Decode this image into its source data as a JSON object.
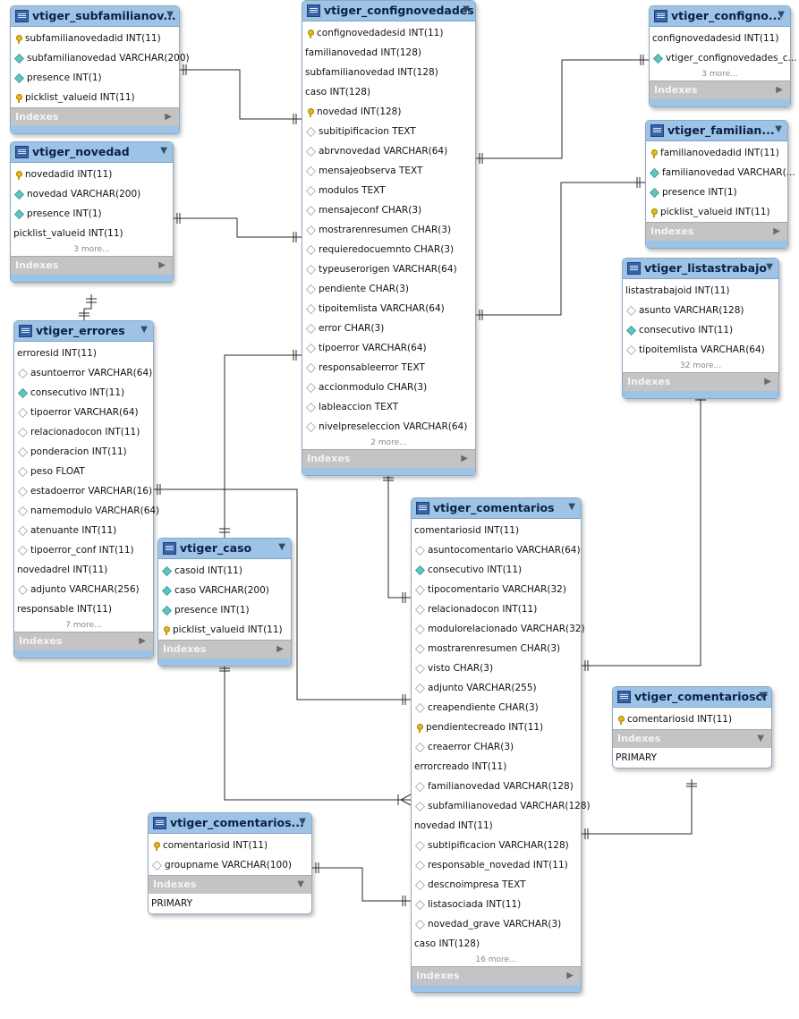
{
  "colors": {
    "header": "#9dc3e6",
    "indexes_bar": "#c4c4c4",
    "line": "#2a2a2a"
  },
  "tables": {
    "subfamilia": {
      "title": "vtiger_subfamilianov...",
      "menu_icon": "triangle-down-icon",
      "columns": [
        {
          "icon": "key",
          "text": "subfamilianovedadid INT(11)"
        },
        {
          "icon": "diamond-filled",
          "text": "subfamilianovedad VARCHAR(200)"
        },
        {
          "icon": "diamond-filled",
          "text": "presence INT(1)"
        },
        {
          "icon": "key",
          "text": "picklist_valueid INT(11)"
        }
      ],
      "more": "",
      "indexes_label": "Indexes",
      "index_rows": []
    },
    "novedad": {
      "title": "vtiger_novedad",
      "menu_icon": "triangle-down-icon",
      "columns": [
        {
          "icon": "key",
          "text": "novedadid INT(11)"
        },
        {
          "icon": "diamond-filled",
          "text": "novedad VARCHAR(200)"
        },
        {
          "icon": "diamond-filled",
          "text": "presence INT(1)"
        },
        {
          "icon": "none",
          "text": "picklist_valueid INT(11)"
        }
      ],
      "more": "3 more...",
      "indexes_label": "Indexes",
      "index_rows": []
    },
    "errores": {
      "title": "vtiger_errores",
      "menu_icon": "triangle-down-icon",
      "columns": [
        {
          "icon": "none",
          "text": "erroresid INT(11)"
        },
        {
          "icon": "diamond-open",
          "text": "asuntoerror VARCHAR(64)"
        },
        {
          "icon": "diamond-filled",
          "text": "consecutivo INT(11)"
        },
        {
          "icon": "diamond-open",
          "text": "tipoerror VARCHAR(64)"
        },
        {
          "icon": "diamond-open",
          "text": "relacionadocon INT(11)"
        },
        {
          "icon": "diamond-open",
          "text": "ponderacion INT(11)"
        },
        {
          "icon": "diamond-open",
          "text": "peso FLOAT"
        },
        {
          "icon": "diamond-open",
          "text": "estadoerror VARCHAR(16)"
        },
        {
          "icon": "diamond-open",
          "text": "namemodulo VARCHAR(64)"
        },
        {
          "icon": "diamond-open",
          "text": "atenuante INT(11)"
        },
        {
          "icon": "diamond-open",
          "text": "tipoerror_conf INT(11)"
        },
        {
          "icon": "none",
          "text": "novedadrel INT(11)"
        },
        {
          "icon": "diamond-open",
          "text": "adjunto VARCHAR(256)"
        },
        {
          "icon": "none",
          "text": "responsable INT(11)"
        }
      ],
      "more": "7 more...",
      "indexes_label": "Indexes",
      "index_rows": []
    },
    "caso": {
      "title": "vtiger_caso",
      "menu_icon": "triangle-down-icon",
      "columns": [
        {
          "icon": "diamond-filled",
          "text": "casoid INT(11)"
        },
        {
          "icon": "diamond-filled",
          "text": "caso VARCHAR(200)"
        },
        {
          "icon": "diamond-filled",
          "text": "presence INT(1)"
        },
        {
          "icon": "key",
          "text": "picklist_valueid INT(11)"
        }
      ],
      "more": "",
      "indexes_label": "Indexes",
      "index_rows": []
    },
    "configno": {
      "title": "vtiger_confignovedades",
      "menu_icon": "triangle-down-icon",
      "columns": [
        {
          "icon": "key",
          "text": "confignovedadesid INT(11)"
        },
        {
          "icon": "none",
          "text": "familianovedad INT(128)"
        },
        {
          "icon": "none",
          "text": "subfamilianovedad INT(128)"
        },
        {
          "icon": "none",
          "text": "caso INT(128)"
        },
        {
          "icon": "key",
          "text": "novedad INT(128)"
        },
        {
          "icon": "diamond-open",
          "text": "subitipificacion TEXT"
        },
        {
          "icon": "diamond-open",
          "text": "abrvnovedad VARCHAR(64)"
        },
        {
          "icon": "diamond-open",
          "text": "mensajeobserva TEXT"
        },
        {
          "icon": "diamond-open",
          "text": "modulos TEXT"
        },
        {
          "icon": "diamond-open",
          "text": "mensajeconf CHAR(3)"
        },
        {
          "icon": "diamond-open",
          "text": "mostrarenresumen CHAR(3)"
        },
        {
          "icon": "diamond-open",
          "text": "requieredocuemnto CHAR(3)"
        },
        {
          "icon": "diamond-open",
          "text": "typeuserorigen VARCHAR(64)"
        },
        {
          "icon": "diamond-open",
          "text": "pendiente CHAR(3)"
        },
        {
          "icon": "diamond-open",
          "text": "tipoitemlista VARCHAR(64)"
        },
        {
          "icon": "diamond-open",
          "text": "error CHAR(3)"
        },
        {
          "icon": "diamond-open",
          "text": "tipoerror VARCHAR(64)"
        },
        {
          "icon": "diamond-open",
          "text": "responsableerror TEXT"
        },
        {
          "icon": "diamond-open",
          "text": "accionmodulo CHAR(3)"
        },
        {
          "icon": "diamond-open",
          "text": "lableaccion TEXT"
        },
        {
          "icon": "diamond-open",
          "text": "nivelpreseleccion VARCHAR(64)"
        }
      ],
      "more": "2 more...",
      "indexes_label": "Indexes",
      "index_rows": []
    },
    "configno_c": {
      "title": "vtiger_configno...",
      "menu_icon": "triangle-down-icon",
      "columns": [
        {
          "icon": "none",
          "text": "confignovedadesid INT(11)"
        },
        {
          "icon": "diamond-filled",
          "text": "vtiger_confignovedades_c..."
        }
      ],
      "more": "3 more...",
      "indexes_label": "Indexes",
      "index_rows": []
    },
    "familia": {
      "title": "vtiger_familian...",
      "menu_icon": "triangle-down-icon",
      "columns": [
        {
          "icon": "key",
          "text": "familianovedadid INT(11)"
        },
        {
          "icon": "diamond-filled",
          "text": "familianovedad VARCHAR(..."
        },
        {
          "icon": "diamond-filled",
          "text": "presence INT(1)"
        },
        {
          "icon": "key",
          "text": "picklist_valueid INT(11)"
        }
      ],
      "more": "",
      "indexes_label": "Indexes",
      "index_rows": []
    },
    "listas": {
      "title": "vtiger_listastrabajo",
      "menu_icon": "triangle-down-icon",
      "columns": [
        {
          "icon": "none",
          "text": "listastrabajoid INT(11)"
        },
        {
          "icon": "diamond-open",
          "text": "asunto VARCHAR(128)"
        },
        {
          "icon": "diamond-filled",
          "text": "consecutivo INT(11)"
        },
        {
          "icon": "diamond-open",
          "text": "tipoitemlista VARCHAR(64)"
        }
      ],
      "more": "32 more...",
      "indexes_label": "Indexes",
      "index_rows": []
    },
    "comentarios": {
      "title": "vtiger_comentarios",
      "menu_icon": "triangle-down-icon",
      "columns": [
        {
          "icon": "none",
          "text": "comentariosid INT(11)"
        },
        {
          "icon": "diamond-open",
          "text": "asuntocomentario VARCHAR(64)"
        },
        {
          "icon": "diamond-filled",
          "text": "consecutivo INT(11)"
        },
        {
          "icon": "diamond-open",
          "text": "tipocomentario VARCHAR(32)"
        },
        {
          "icon": "diamond-open",
          "text": "relacionadocon INT(11)"
        },
        {
          "icon": "diamond-open",
          "text": "modulorelacionado VARCHAR(32)"
        },
        {
          "icon": "diamond-open",
          "text": "mostrarenresumen CHAR(3)"
        },
        {
          "icon": "diamond-open",
          "text": "visto CHAR(3)"
        },
        {
          "icon": "diamond-open",
          "text": "adjunto VARCHAR(255)"
        },
        {
          "icon": "diamond-open",
          "text": "creapendiente CHAR(3)"
        },
        {
          "icon": "key",
          "text": "pendientecreado INT(11)"
        },
        {
          "icon": "diamond-open",
          "text": "creaerror CHAR(3)"
        },
        {
          "icon": "none",
          "text": "errorcreado INT(11)"
        },
        {
          "icon": "diamond-open",
          "text": "familianovedad VARCHAR(128)"
        },
        {
          "icon": "diamond-open",
          "text": "subfamilianovedad VARCHAR(128)"
        },
        {
          "icon": "none",
          "text": "novedad INT(11)"
        },
        {
          "icon": "diamond-open",
          "text": "subtipificacion VARCHAR(128)"
        },
        {
          "icon": "diamond-open",
          "text": "responsable_novedad INT(11)"
        },
        {
          "icon": "diamond-open",
          "text": "descnoimpresa TEXT"
        },
        {
          "icon": "diamond-open",
          "text": "listasociada INT(11)"
        },
        {
          "icon": "diamond-open",
          "text": "novedad_grave VARCHAR(3)"
        },
        {
          "icon": "none",
          "text": "caso INT(128)"
        }
      ],
      "more": "16 more...",
      "indexes_label": "Indexes",
      "index_rows": []
    },
    "comentarioscf": {
      "title": "vtiger_comentarioscf",
      "menu_icon": "triangle-down-icon",
      "columns": [
        {
          "icon": "key",
          "text": "comentariosid INT(11)"
        }
      ],
      "more": "",
      "indexes_label": "Indexes",
      "index_rows": [
        "PRIMARY"
      ]
    },
    "comgroup": {
      "title": "vtiger_comentarios...",
      "menu_icon": "triangle-down-icon",
      "columns": [
        {
          "icon": "key",
          "text": "comentariosid INT(11)"
        },
        {
          "icon": "diamond-open",
          "text": "groupname VARCHAR(100)"
        }
      ],
      "more": "",
      "indexes_label": "Indexes",
      "index_rows": [
        "PRIMARY"
      ]
    }
  }
}
